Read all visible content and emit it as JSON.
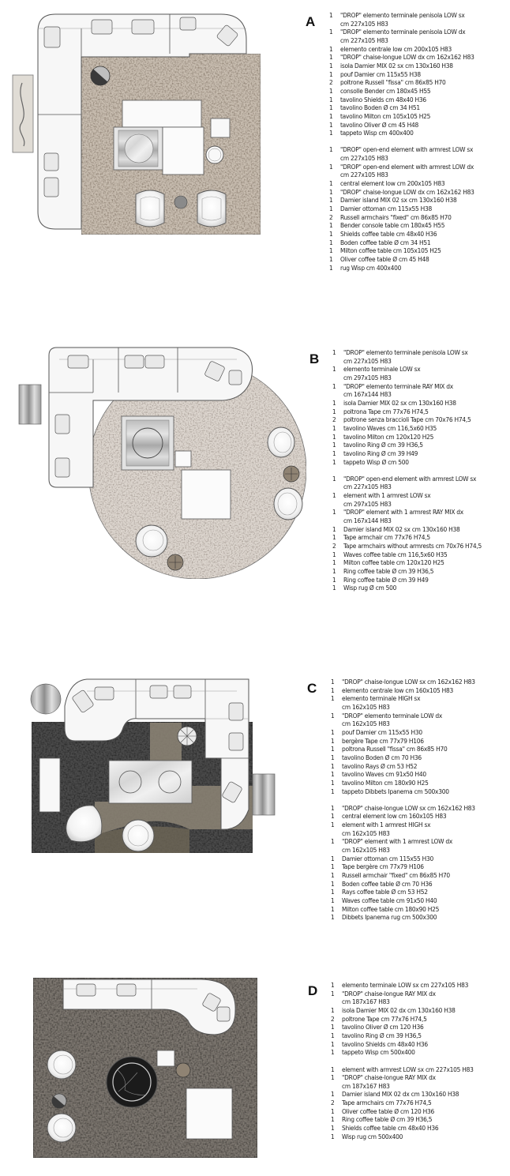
{
  "layouts": [
    {
      "letter": "A",
      "it": [
        {
          "q": "1",
          "t": "\"DROP\" elemento terminale penisola LOW sx\ncm 227x105 H83"
        },
        {
          "q": "1",
          "t": "\"DROP\" elemento terminale penisola LOW dx\ncm 227x105 H83"
        },
        {
          "q": "1",
          "t": "elemento centrale low cm 200x105 H83"
        },
        {
          "q": "1",
          "t": "\"DROP\" chaise-longue LOW dx cm 162x162 H83"
        },
        {
          "q": "1",
          "t": "isola Damier MIX 02 sx cm 130x160 H38"
        },
        {
          "q": "1",
          "t": "pouf Damier cm 115x55 H38"
        },
        {
          "q": "2",
          "t": "poltrone Russell \"fissa\" cm 86x85 H70"
        },
        {
          "q": "1",
          "t": "consolle Bender cm 180x45 H55"
        },
        {
          "q": "1",
          "t": "tavolino Shields cm 48x40 H36"
        },
        {
          "q": "1",
          "t": "tavolino Boden Ø cm 34 H51"
        },
        {
          "q": "1",
          "t": "tavolino Milton cm 105x105 H25"
        },
        {
          "q": "1",
          "t": "tavolino Oliver Ø cm 45 H48"
        },
        {
          "q": "1",
          "t": "tappeto Wisp cm 400x400"
        }
      ],
      "en": [
        {
          "q": "1",
          "t": "\"DROP\" open-end element with armrest LOW sx\ncm 227x105 H83"
        },
        {
          "q": "1",
          "t": "\"DROP\" open-end element with armrest LOW dx\ncm 227x105 H83"
        },
        {
          "q": "1",
          "t": "central element low cm 200x105 H83"
        },
        {
          "q": "1",
          "t": "\"DROP\" chaise-longue LOW dx cm 162x162 H83"
        },
        {
          "q": "1",
          "t": "Damier island MIX 02 sx cm 130x160 H38"
        },
        {
          "q": "1",
          "t": "Damier ottoman cm 115x55 H38"
        },
        {
          "q": "2",
          "t": "Russell armchairs \"fixed\" cm 86x85 H70"
        },
        {
          "q": "1",
          "t": "Bender console table cm 180x45 H55"
        },
        {
          "q": "1",
          "t": "Shields coffee table cm 48x40 H36"
        },
        {
          "q": "1",
          "t": "Boden coffee table Ø cm 34 H51"
        },
        {
          "q": "1",
          "t": "Milton coffee table cm 105x105 H25"
        },
        {
          "q": "1",
          "t": "Oliver coffee table Ø cm 45 H48"
        },
        {
          "q": "1",
          "t": "rug Wisp cm 400x400"
        }
      ]
    },
    {
      "letter": "B",
      "it": [
        {
          "q": "1",
          "t": "\"DROP\" elemento terminale penisola LOW sx\ncm 227x105 H83"
        },
        {
          "q": "1",
          "t": "elemento terminale LOW sx\ncm 297x105 H83"
        },
        {
          "q": "1",
          "t": "\"DROP\" elemento terminale RAY MIX dx\ncm 167x144 H83"
        },
        {
          "q": "1",
          "t": "isola Damier MIX 02 sx cm 130x160 H38"
        },
        {
          "q": "1",
          "t": "poltrona Tape cm 77x76 H74,5"
        },
        {
          "q": "2",
          "t": "poltrone senza braccioli Tape cm 70x76 H74,5"
        },
        {
          "q": "1",
          "t": "tavolino Waves cm 116,5x60 H35"
        },
        {
          "q": "1",
          "t": "tavolino Milton cm 120x120 H25"
        },
        {
          "q": "1",
          "t": "tavolino Ring Ø cm 39 H36,5"
        },
        {
          "q": "1",
          "t": "tavolino Ring Ø cm 39 H49"
        },
        {
          "q": "1",
          "t": "tappeto Wisp Ø cm 500"
        }
      ],
      "en": [
        {
          "q": "1",
          "t": "\"DROP\" open-end element with armrest LOW sx\ncm 227x105 H83"
        },
        {
          "q": "1",
          "t": "element with 1 armrest LOW sx\ncm 297x105 H83"
        },
        {
          "q": "1",
          "t": "\"DROP\" element with 1 armrest RAY MIX dx\ncm 167x144 H83"
        },
        {
          "q": "1",
          "t": "Damier island MIX 02 sx cm 130x160 H38"
        },
        {
          "q": "1",
          "t": "Tape armchair cm 77x76 H74,5"
        },
        {
          "q": "2",
          "t": "Tape armchairs without armrests cm 70x76 H74,5"
        },
        {
          "q": "1",
          "t": "Waves coffee table cm 116,5x60 H35"
        },
        {
          "q": "1",
          "t": "Milton coffee table cm 120x120 H25"
        },
        {
          "q": "1",
          "t": "Ring coffee table Ø cm 39 H36,5"
        },
        {
          "q": "1",
          "t": "Ring coffee table Ø cm 39 H49"
        },
        {
          "q": "1",
          "t": "Wisp rug Ø cm 500"
        }
      ]
    },
    {
      "letter": "C",
      "it": [
        {
          "q": "1",
          "t": "\"DROP\" chaise-longue LOW sx cm 162x162 H83"
        },
        {
          "q": "1",
          "t": "elemento centrale low cm 160x105 H83"
        },
        {
          "q": "1",
          "t": "elemento terminale HIGH sx\ncm 162x105 H83"
        },
        {
          "q": "1",
          "t": "\"DROP\" elemento terminale LOW dx\ncm 162x105 H83"
        },
        {
          "q": "1",
          "t": "pouf Damier cm 115x55 H30"
        },
        {
          "q": "1",
          "t": "bergère Tape cm 77x79 H106"
        },
        {
          "q": "1",
          "t": "poltrona Russell \"fissa\" cm 86x85 H70"
        },
        {
          "q": "1",
          "t": "tavolino Boden Ø cm 70 H36"
        },
        {
          "q": "1",
          "t": "tavolino Rays Ø cm 53 H52"
        },
        {
          "q": "1",
          "t": "tavolino Waves cm 91x50 H40"
        },
        {
          "q": "1",
          "t": "tavolino Milton cm 180x90 H25"
        },
        {
          "q": "1",
          "t": "tappeto Dibbets Ipanema cm 500x300"
        }
      ],
      "en": [
        {
          "q": "1",
          "t": "\"DROP\" chaise-longue LOW sx cm 162x162 H83"
        },
        {
          "q": "1",
          "t": "central element low cm 160x105 H83"
        },
        {
          "q": "1",
          "t": "element with 1 armrest HIGH sx\ncm 162x105 H83"
        },
        {
          "q": "1",
          "t": "\"DROP\" element with 1 armrest LOW dx\ncm 162x105 H83"
        },
        {
          "q": "1",
          "t": "Damier ottoman cm 115x55 H30"
        },
        {
          "q": "1",
          "t": "Tape bergère cm 77x79 H106"
        },
        {
          "q": "1",
          "t": "Russell armchair \"fixed\" cm 86x85 H70"
        },
        {
          "q": "1",
          "t": "Boden coffee table Ø cm 70 H36"
        },
        {
          "q": "1",
          "t": "Rays coffee table Ø cm 53 H52"
        },
        {
          "q": "1",
          "t": "Waves coffee table cm 91x50 H40"
        },
        {
          "q": "1",
          "t": "Milton coffee table cm 180x90 H25"
        },
        {
          "q": "1",
          "t": "Dibbets Ipanema rug cm 500x300"
        }
      ]
    },
    {
      "letter": "D",
      "it": [
        {
          "q": "1",
          "t": "elemento terminale LOW sx cm 227x105 H83"
        },
        {
          "q": "1",
          "t": "\"DROP\" chaise-longue RAY MIX dx\ncm 187x167 H83"
        },
        {
          "q": "1",
          "t": "isola Damier MIX 02 dx cm 130x160 H38"
        },
        {
          "q": "2",
          "t": "poltrone Tape cm 77x76 H74,5"
        },
        {
          "q": "1",
          "t": "tavolino Oliver Ø cm 120 H36"
        },
        {
          "q": "1",
          "t": "tavolino Ring Ø cm 39 H36,5"
        },
        {
          "q": "1",
          "t": "tavolino Shields cm 48x40 H36"
        },
        {
          "q": "1",
          "t": "tappeto Wisp cm 500x400"
        }
      ],
      "en": [
        {
          "q": "1",
          "t": "element with armrest LOW sx cm 227x105 H83"
        },
        {
          "q": "1",
          "t": "\"DROP\" chaise-longue RAY MIX dx\ncm 187x167 H83"
        },
        {
          "q": "1",
          "t": "Damier island MIX 02 dx cm 130x160 H38"
        },
        {
          "q": "2",
          "t": "Tape armchairs cm 77x76 H74,5"
        },
        {
          "q": "1",
          "t": "Oliver coffee table Ø cm 120 H36"
        },
        {
          "q": "1",
          "t": "Ring coffee table Ø cm 39 H36,5"
        },
        {
          "q": "1",
          "t": "Shields coffee table cm 48x40 H36"
        },
        {
          "q": "1",
          "t": "Wisp rug cm 500x400"
        }
      ]
    }
  ],
  "colors": {
    "line": "#555555",
    "sofa": "#f6f6f6",
    "cushion": "#e6e6e6",
    "rug_light": "#cdc6bd",
    "rug_dark": "#4a4a4a",
    "wood": "#cfcfcf"
  }
}
